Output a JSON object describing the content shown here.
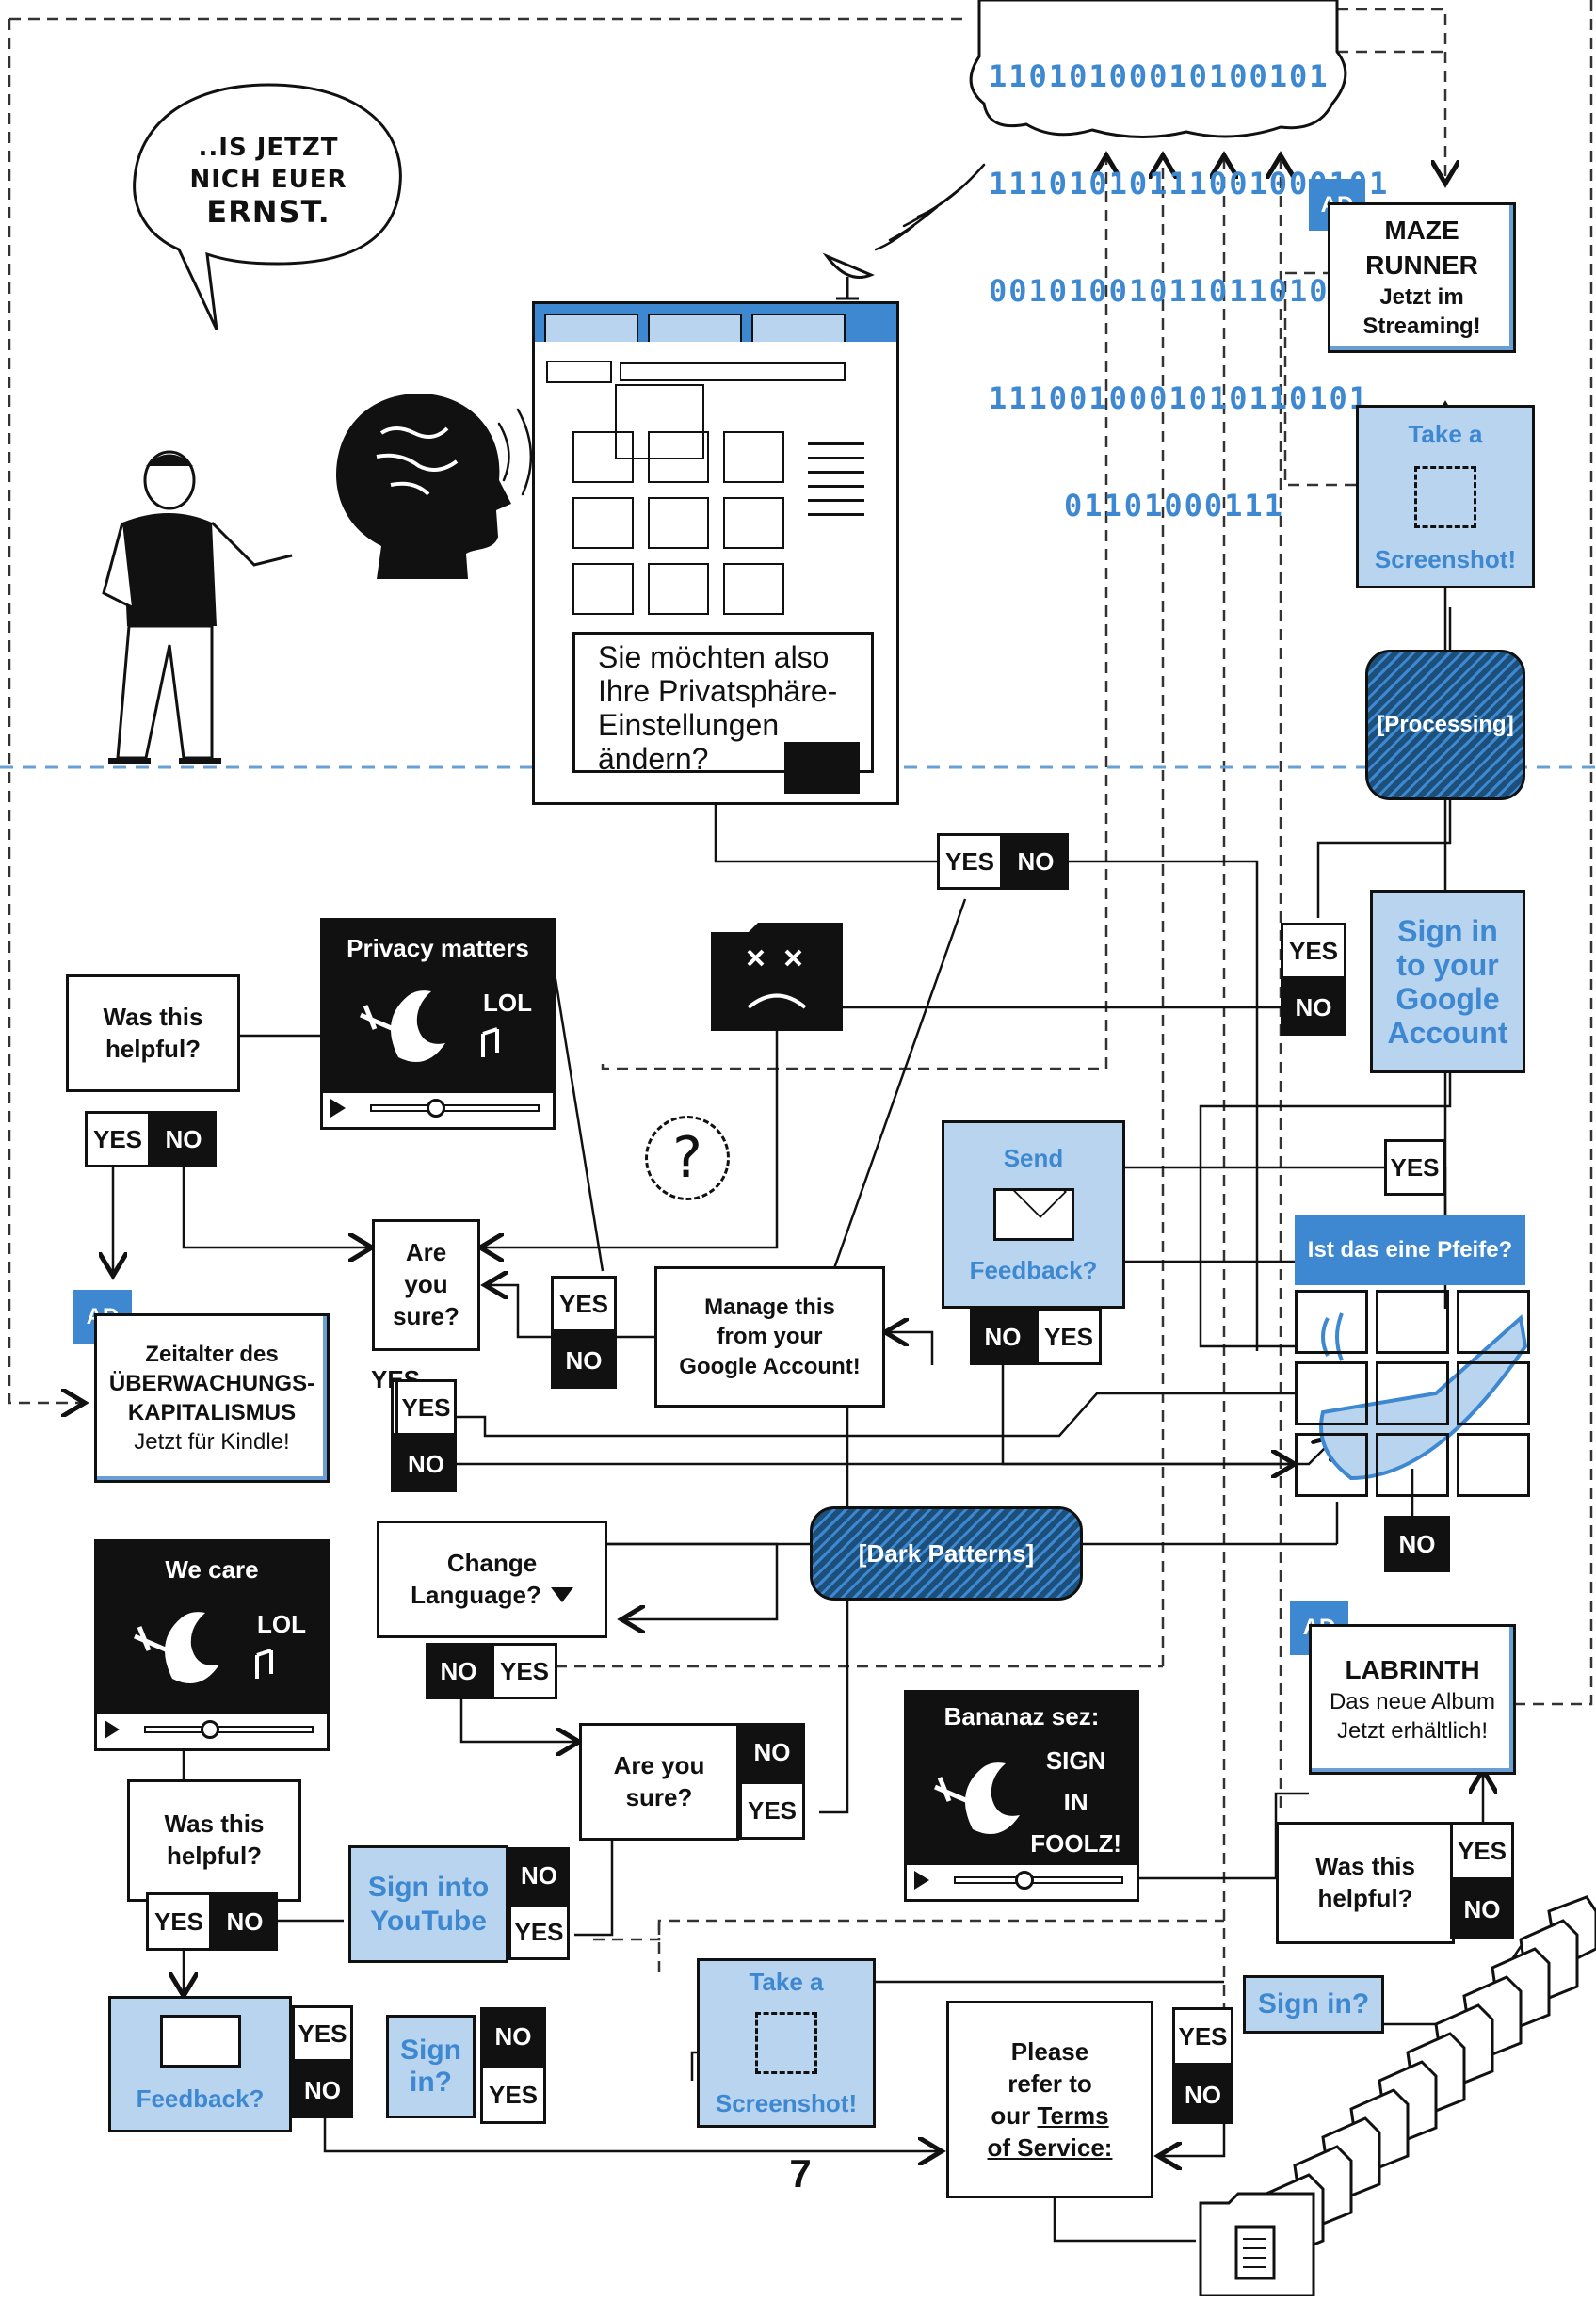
{
  "speech_bubble": [
    "..IS JETZT",
    "NICH EUER",
    "ERNST."
  ],
  "binary_cloud": [
    "11010100010100101",
    "11101010111001000101",
    "0010100101101101000",
    "1110010001010110101",
    "01101000111"
  ],
  "browser": {
    "prompt_lines": [
      "Sie möchten also",
      "Ihre Privatsphäre-",
      "Einstellungen",
      "ändern?"
    ]
  },
  "ads": {
    "badge": "AD",
    "maze_runner": [
      "MAZE RUNNER",
      "Jetzt im",
      "Streaming!"
    ],
    "zeitalter": [
      "Zeitalter des",
      "ÜBERWACHUNGS-",
      "KAPITALISMUS",
      "Jetzt für Kindle!"
    ],
    "labrinth": [
      "LABRINTH",
      "Das neue Album",
      "Jetzt erhältlich!"
    ]
  },
  "screenshot_top": [
    "Take a",
    "Screenshot!"
  ],
  "screenshot_bottom": [
    "Take a",
    "Screenshot!"
  ],
  "processing": "[Processing]",
  "dark_patterns": "[Dark Patterns]",
  "sign_in_google": [
    "Sign in",
    "to your",
    "Google",
    "Account"
  ],
  "was_helpful_1": [
    "Was this",
    "helpful?"
  ],
  "was_helpful_2": [
    "Was this",
    "helpful?"
  ],
  "was_helpful_3": [
    "Was this",
    "helpful?"
  ],
  "privacy_video": {
    "title": "Privacy matters",
    "lol": "LOL"
  },
  "wecare_video": {
    "title": "We care",
    "lol": "LOL"
  },
  "bananaz_video": {
    "title": "Bananaz sez:",
    "lines": [
      "SIGN",
      "IN",
      "FOOLZ!"
    ]
  },
  "are_you_sure_1": [
    "Are",
    "you",
    "sure?"
  ],
  "are_you_sure_2": [
    "Are you",
    "sure?"
  ],
  "manage_account": [
    "Manage this",
    "from your",
    "Google Account!"
  ],
  "send_feedback": [
    "Send",
    "Feedback?"
  ],
  "feedback_bottom": "Feedback?",
  "captcha_title": "Ist das eine Pfeife?",
  "change_language": [
    "Change",
    "Language?"
  ],
  "sign_into_youtube": [
    "Sign into",
    "YouTube"
  ],
  "sign_in_small": [
    "Sign",
    "in?"
  ],
  "sign_in_right": "Sign in?",
  "terms": [
    "Please",
    "refer to",
    "our",
    "Terms",
    "of Service:"
  ],
  "page_number": "7",
  "yes": "YES",
  "no": "NO"
}
